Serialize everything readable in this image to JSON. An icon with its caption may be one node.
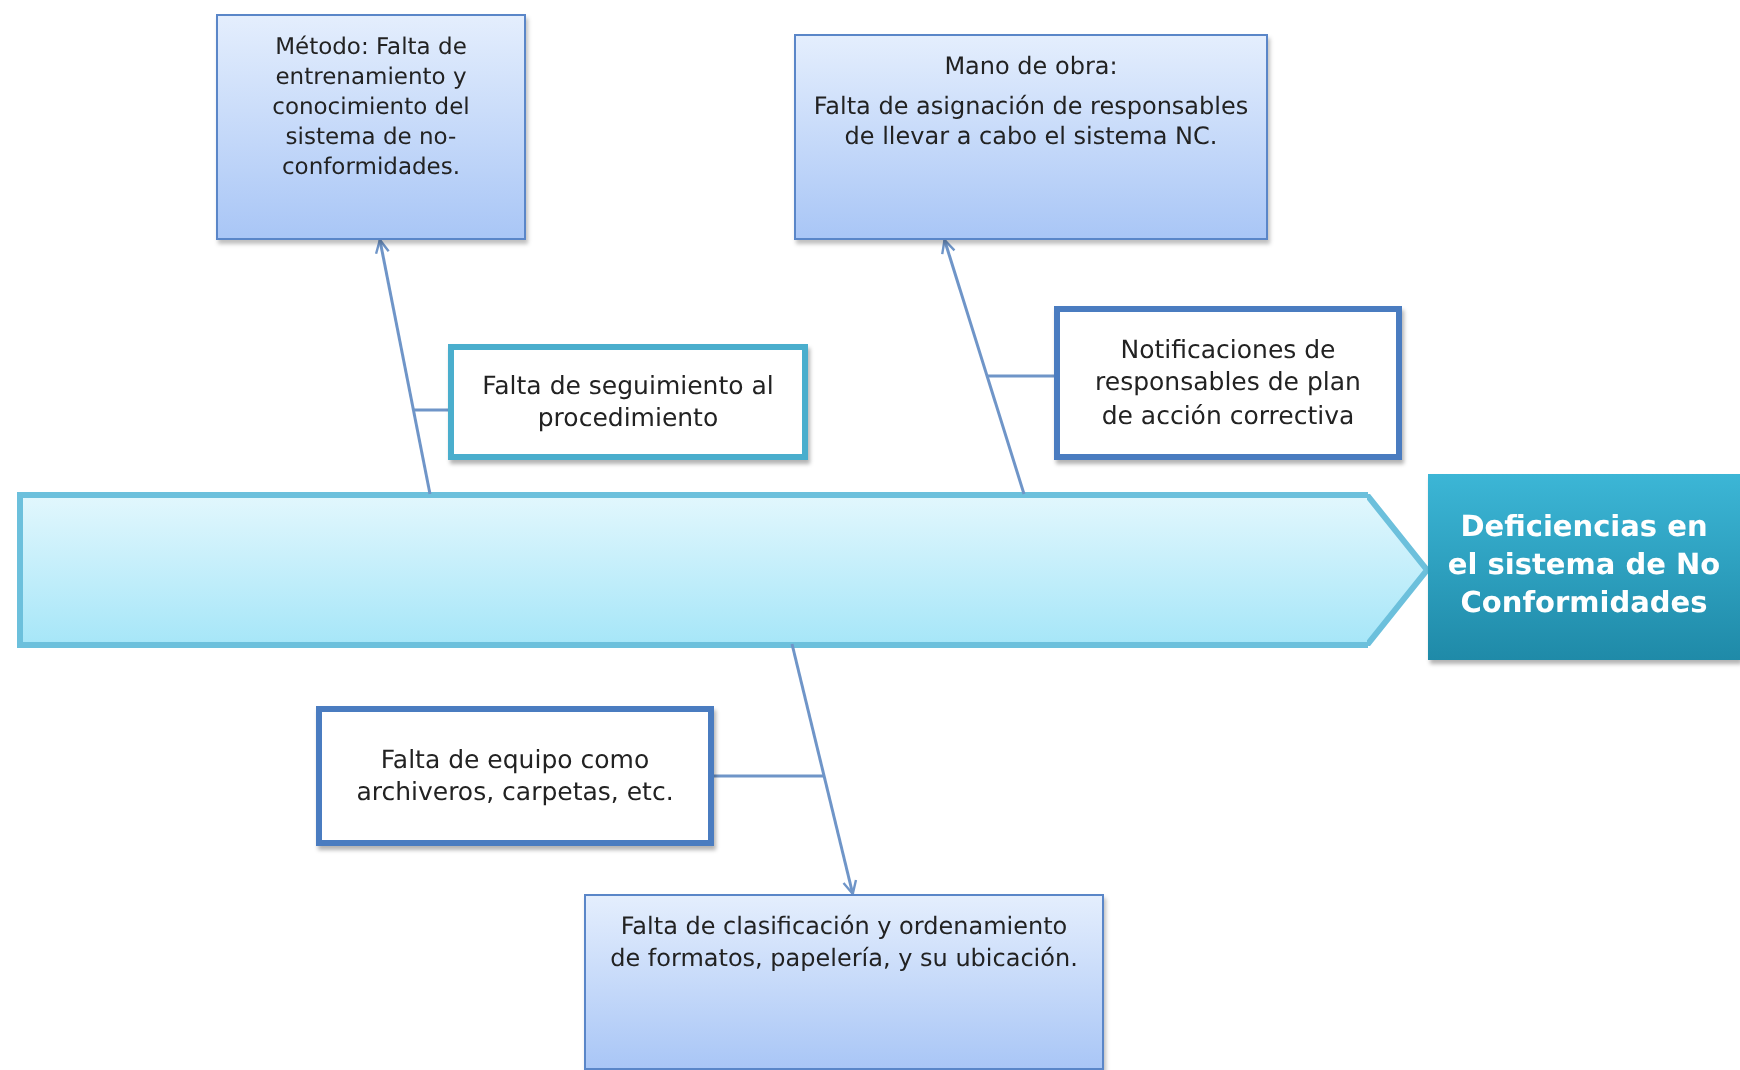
{
  "diagram": {
    "nodes": [
      {
        "text": [
          "Método: Falta de entrenamiento y conocimiento del sistema de no-conformidades."
        ]
      },
      {
        "text": [
          "Mano de obra:",
          "Falta de asignación de responsables de llevar a cabo el sistema NC."
        ]
      },
      {
        "text": [
          "Falta de seguimiento al procedimiento"
        ]
      },
      {
        "text": [
          "Notificaciones de responsables de plan de acción correctiva"
        ]
      },
      {
        "text": [
          "Deficiencias en el sistema de No Conformidades"
        ]
      },
      {
        "text": [
          "Falta de equipo como archiveros, carpetas, etc."
        ]
      },
      {
        "text": [
          "Falta de clasificación y ordenamiento de formatos, papelería, y su ubicación."
        ]
      }
    ],
    "edges": [
      {
        "from": null,
        "to": 0,
        "arrow": "to"
      },
      {
        "from": 2,
        "to": null,
        "arrow": "none"
      },
      {
        "from": null,
        "to": 1,
        "arrow": "to"
      },
      {
        "from": 3,
        "to": null,
        "arrow": "none"
      },
      {
        "from": null,
        "to": 6,
        "arrow": "to"
      },
      {
        "from": 5,
        "to": null,
        "arrow": "none"
      },
      {
        "from": null,
        "to": 4,
        "arrow": "to",
        "style": "thick"
      }
    ]
  }
}
